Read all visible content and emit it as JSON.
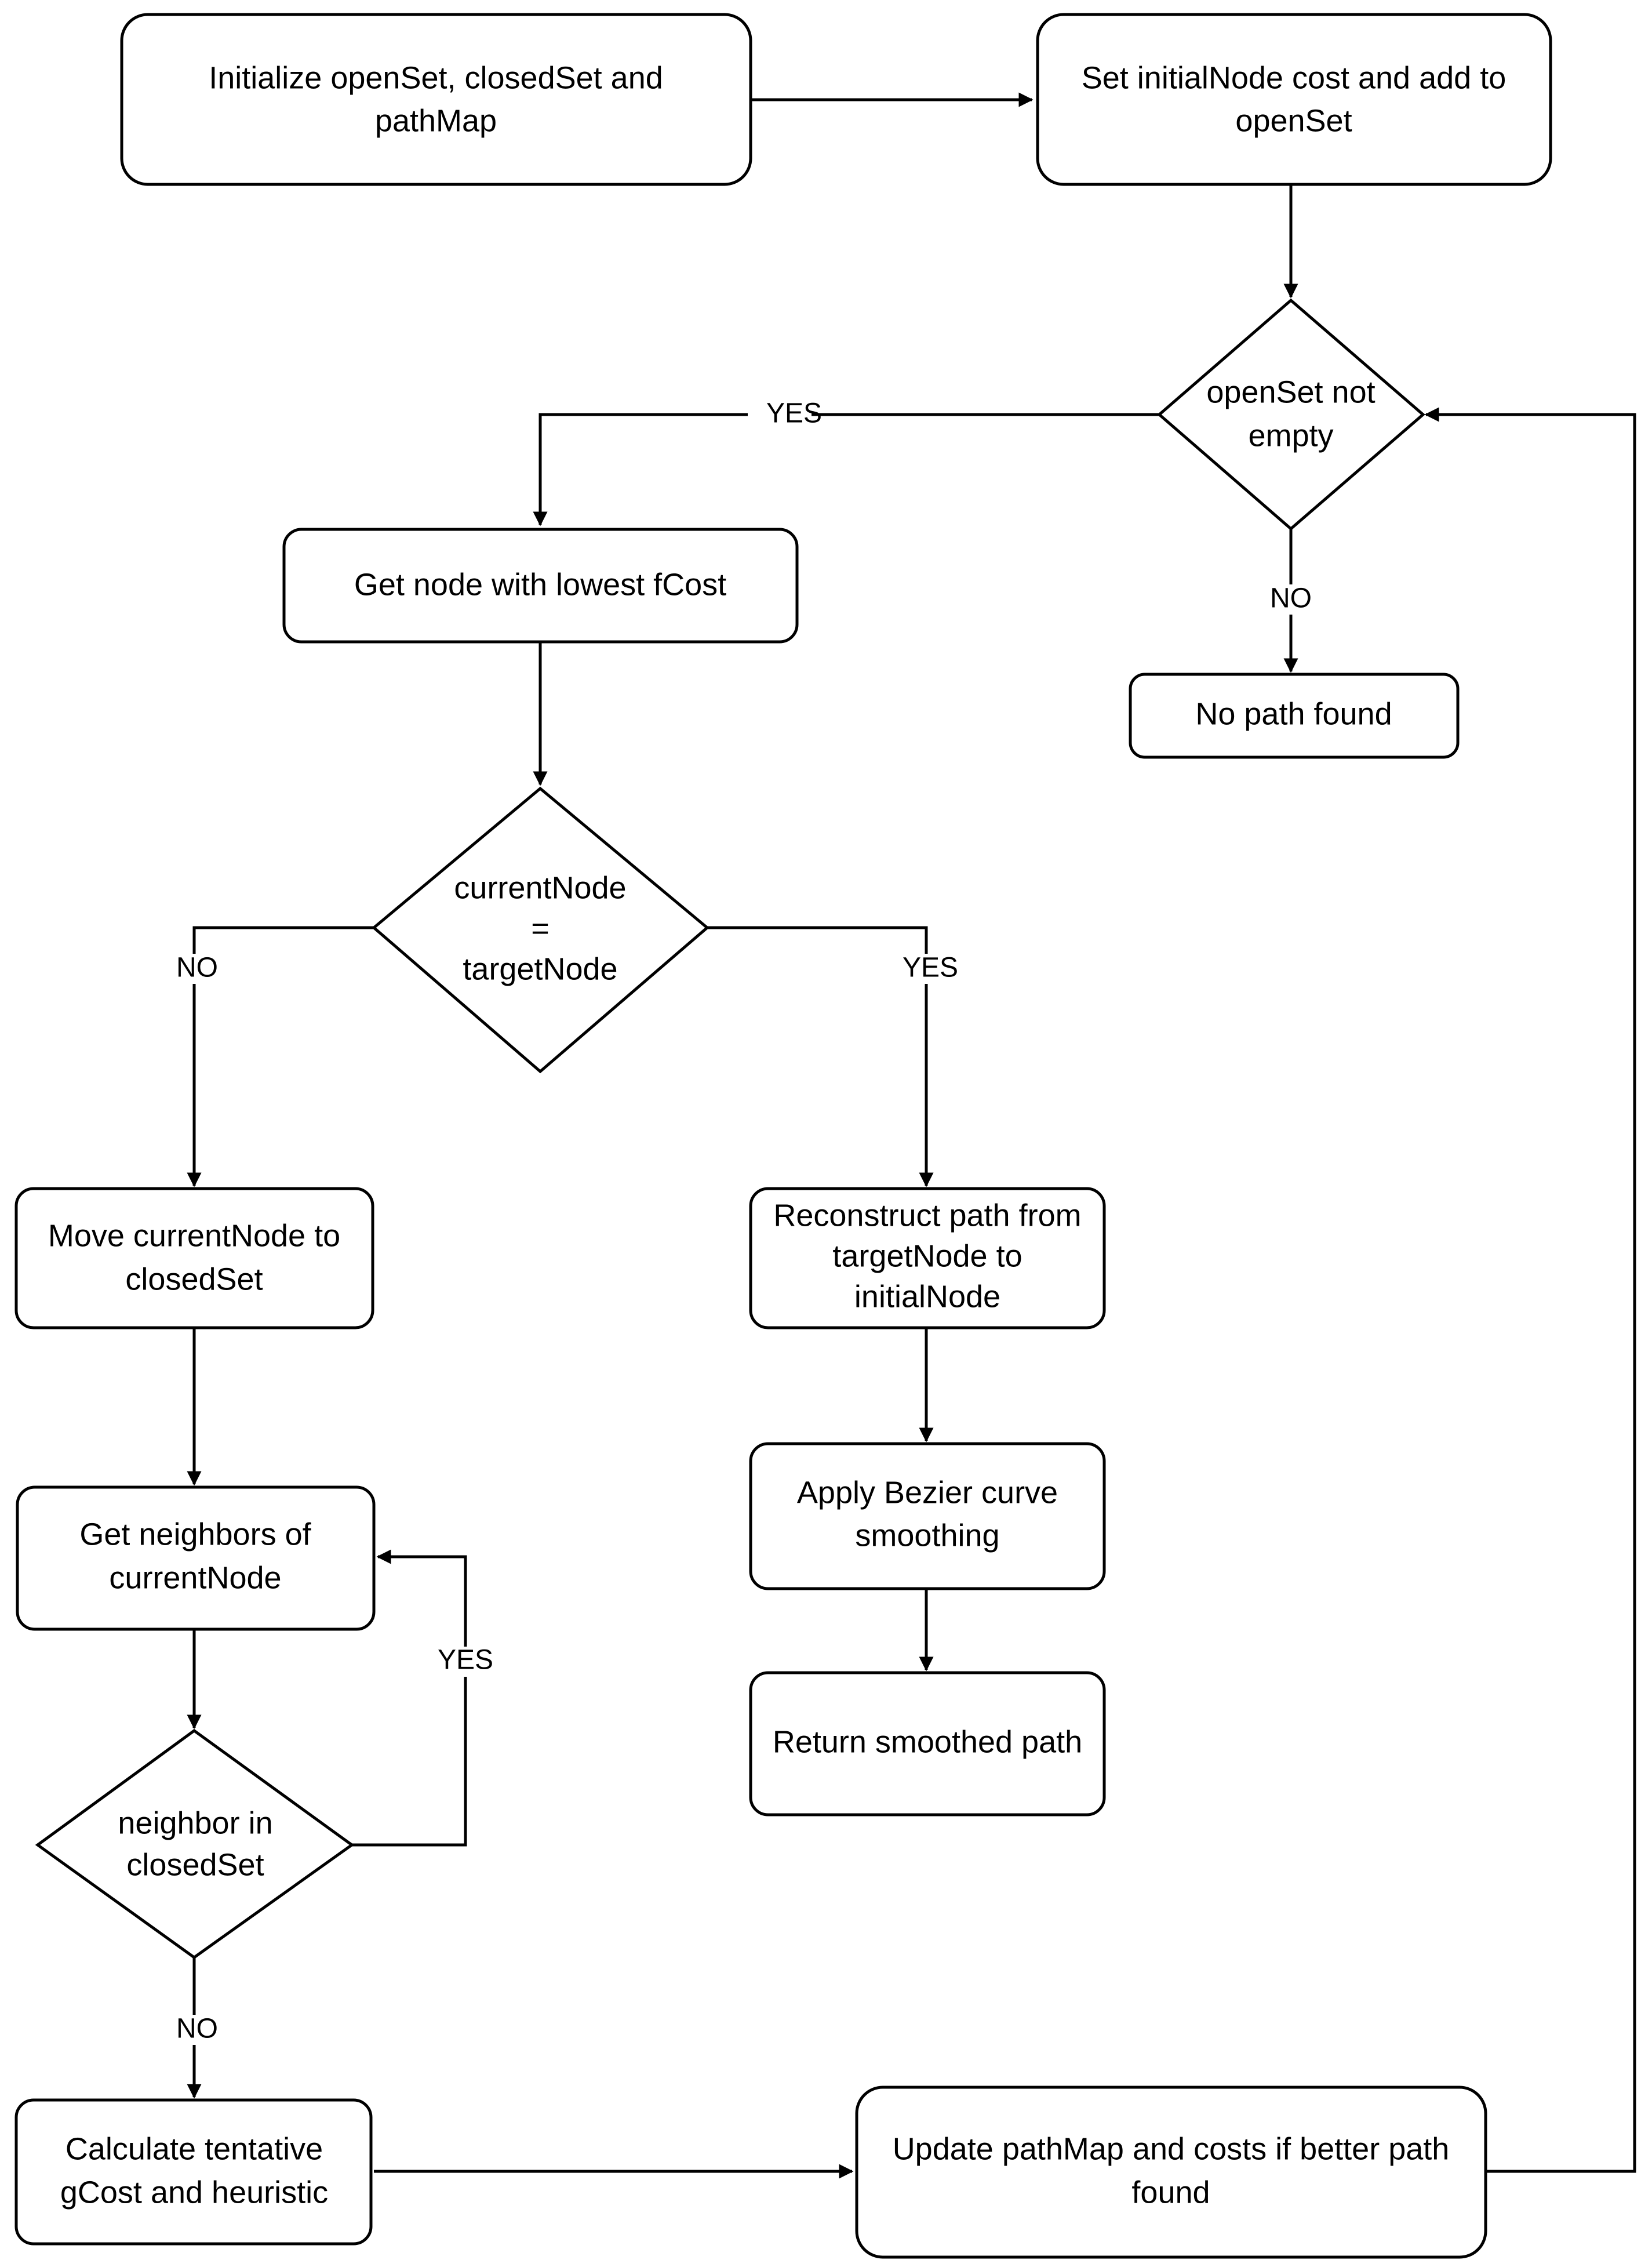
{
  "nodes": {
    "init_sets": [
      "Initialize openSet, closedSet and",
      "pathMap"
    ],
    "set_initial": [
      "Set initialNode cost and add to",
      "openSet"
    ],
    "openset_check": [
      "openSet not",
      "empty"
    ],
    "no_path": [
      "No path found"
    ],
    "lowest_fcost": [
      "Get node with lowest fCost"
    ],
    "is_target": [
      "currentNode",
      "=",
      "targetNode"
    ],
    "move_closed": [
      "Move currentNode to",
      "closedSet"
    ],
    "get_neighbors": [
      "Get neighbors of",
      "currentNode"
    ],
    "neighbor_closed": [
      "neighbor in",
      "closedSet"
    ],
    "calc_cost": [
      "Calculate tentative",
      "gCost and heuristic"
    ],
    "update_path": [
      "Update pathMap and costs if better path",
      "found"
    ],
    "reconstruct": [
      "Reconstruct path from",
      "targetNode to",
      "initialNode"
    ],
    "bezier": [
      "Apply Bezier curve",
      "smoothing"
    ],
    "return_path": [
      "Return smoothed path"
    ]
  },
  "edge_labels": {
    "openset_yes": "YES",
    "openset_no": "NO",
    "target_no": "NO",
    "target_yes": "YES",
    "neighbor_yes": "YES",
    "neighbor_no": "NO"
  }
}
